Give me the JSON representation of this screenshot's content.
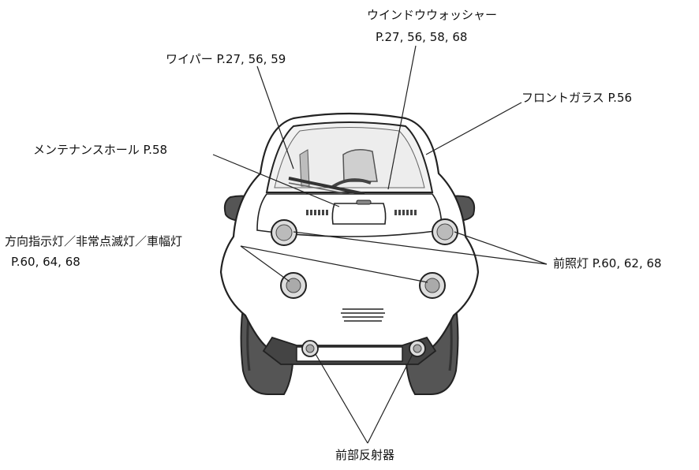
{
  "labels": {
    "washer_name": "ウインドウウォッシャー",
    "washer_pages": "P.27, 56, 58, 68",
    "wiper": "ワイパー P.27, 56, 59",
    "windshield": "フロントガラス P.56",
    "maintenance_hole": "メンテナンスホール P.58",
    "turn_signal_name": "方向指示灯／非常点滅灯／車幅灯",
    "turn_signal_pages": "P.60, 64, 68",
    "headlight": "前照灯 P.60, 62, 68",
    "front_reflector": "前部反射器"
  },
  "colors": {
    "outline": "#222222",
    "body": "#ffffff",
    "tire": "#555555",
    "tire_dark": "#3a3a3a",
    "glass": "#eeeeee",
    "interior": "#bdbdbd",
    "seat": "#cfcfcf"
  }
}
